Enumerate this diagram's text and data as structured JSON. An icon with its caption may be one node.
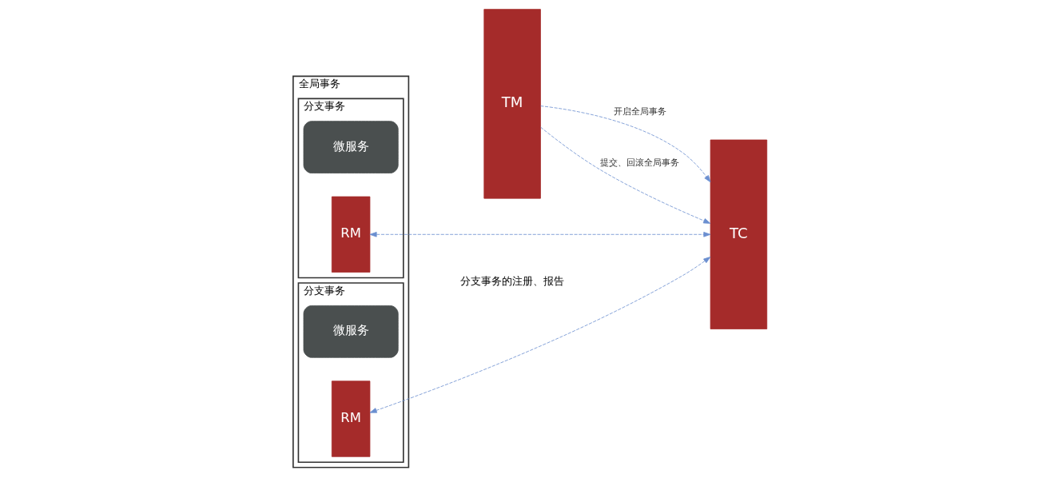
{
  "diagram": {
    "nodes": [
      {
        "text": [
          "TM"
        ]
      },
      {
        "text": [
          "全局事务"
        ]
      },
      {
        "text": [
          "分支事务"
        ],
        "in": 1
      },
      {
        "text": [
          "微服务"
        ],
        "in": 2
      },
      {
        "text": [
          "RM"
        ],
        "in": 2
      },
      {
        "text": [
          "分支事务"
        ],
        "in": 1
      },
      {
        "text": [
          "微服务"
        ],
        "in": 5
      },
      {
        "text": [
          "RM"
        ],
        "in": 5
      },
      {
        "text": [
          "TC"
        ]
      }
    ],
    "edges": [
      {
        "from": 0,
        "to": 8,
        "arrow": "to",
        "label": "开启全局事务",
        "style": "dashed"
      },
      {
        "from": 4,
        "to": 8,
        "arrow": "both",
        "style": "dashed"
      },
      {
        "from": 7,
        "to": 8,
        "arrow": "both",
        "style": "dashed"
      },
      {
        "from": 0,
        "to": 8,
        "arrow": "to",
        "label": "提交、回滚全局事务",
        "style": "dashed"
      }
    ],
    "labels": [
      "分支事务的注册、报告"
    ]
  }
}
